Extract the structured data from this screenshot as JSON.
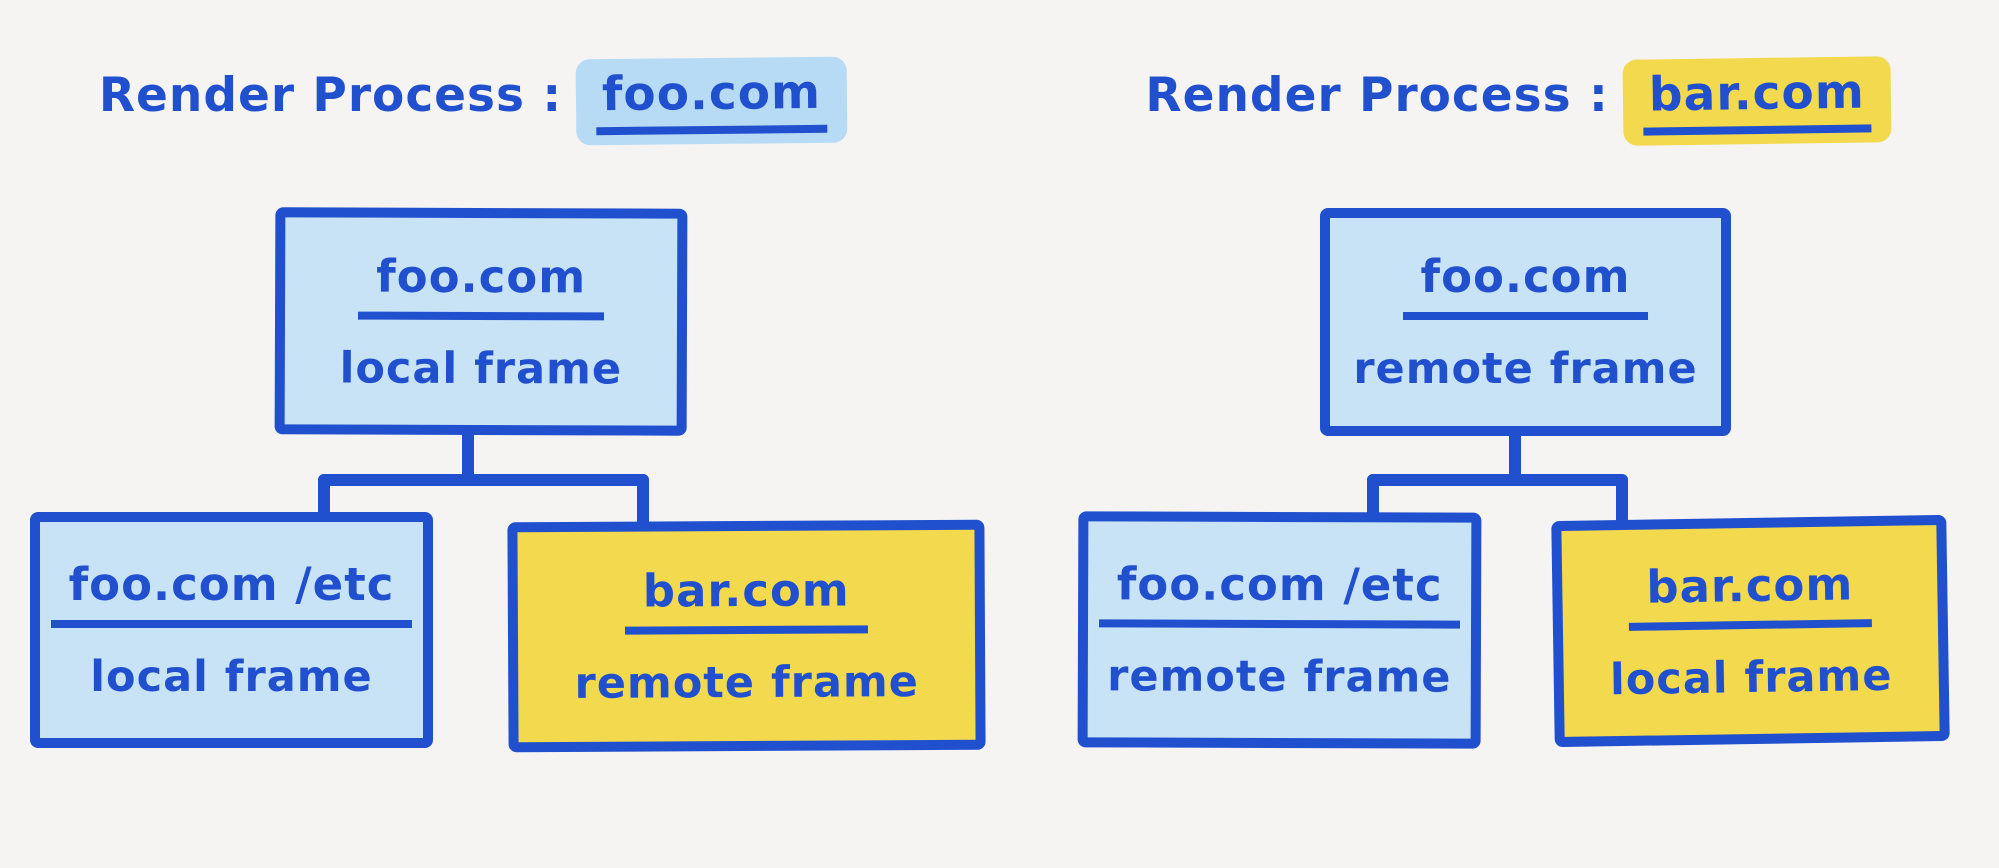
{
  "palette": {
    "ink": "#2150cf",
    "light_blue_fill": "#c9e3f6",
    "blue_highlight": "#b7dbf4",
    "yellow_fill": "#f2d94e",
    "background": "#f5f4f2"
  },
  "trees": [
    {
      "id": "foo",
      "title": {
        "prefix": "Render Process :",
        "process": "foo.com",
        "highlight_color": "blue"
      },
      "root": {
        "site": "foo.com",
        "frame_type": "local frame",
        "fill": "blue"
      },
      "children": [
        {
          "site": "foo.com /etc",
          "frame_type": "local frame",
          "fill": "blue"
        },
        {
          "site": "bar.com",
          "frame_type": "remote frame",
          "fill": "yellow"
        }
      ]
    },
    {
      "id": "bar",
      "title": {
        "prefix": "Render Process :",
        "process": "bar.com",
        "highlight_color": "yellow"
      },
      "root": {
        "site": "foo.com",
        "frame_type": "remote frame",
        "fill": "blue"
      },
      "children": [
        {
          "site": "foo.com /etc",
          "frame_type": "remote frame",
          "fill": "blue"
        },
        {
          "site": "bar.com",
          "frame_type": "local frame",
          "fill": "yellow"
        }
      ]
    }
  ]
}
